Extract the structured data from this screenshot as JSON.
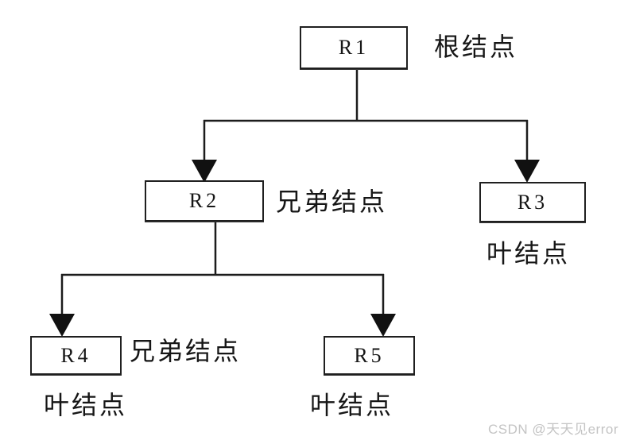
{
  "diagram": {
    "type": "tree",
    "nodes": {
      "r1": {
        "label": "R1",
        "annotation": "根结点"
      },
      "r2": {
        "label": "R2",
        "annotation": "兄弟结点"
      },
      "r3": {
        "label": "R3",
        "annotation": "叶结点"
      },
      "r4": {
        "label": "R4",
        "annotation": "兄弟结点",
        "annotation_below": "叶结点"
      },
      "r5": {
        "label": "R5",
        "annotation_below": "叶结点"
      }
    },
    "edges": [
      {
        "from": "R1",
        "to": "R2"
      },
      {
        "from": "R1",
        "to": "R3"
      },
      {
        "from": "R2",
        "to": "R4"
      },
      {
        "from": "R2",
        "to": "R5"
      }
    ],
    "colors": {
      "line": "#1c1c1c",
      "box_border": "#1f1f1f",
      "text": "#161616",
      "background": "#ffffff",
      "watermark": "#c4c4c4"
    }
  },
  "watermark": {
    "text": "CSDN @天天见error"
  }
}
